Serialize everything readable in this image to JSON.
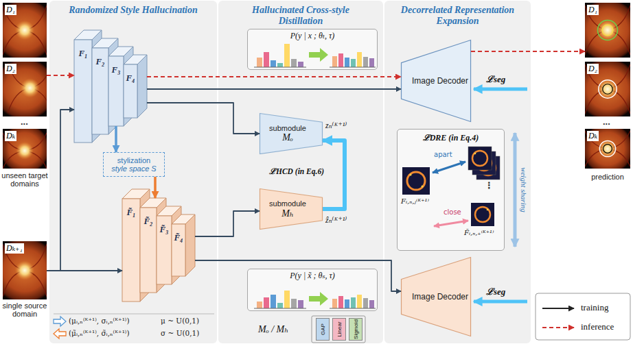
{
  "diagram": {
    "nodes": [
      {
        "text": [
          "Randomized Style Hallucination"
        ]
      },
      {
        "text": [
          "Hallucinated Cross-style Distillation"
        ]
      },
      {
        "text": [
          "Decorrelated Representation Expansion"
        ]
      },
      {
        "text": [
          "D₁"
        ]
      },
      {
        "text": [
          "D₂"
        ]
      },
      {
        "text": [
          "Dₖ"
        ]
      },
      {
        "text": [
          "Dₖ₊₁"
        ]
      },
      {
        "text": [
          "F₁"
        ],
        "in": 0
      },
      {
        "text": [
          "F₂"
        ],
        "in": 0
      },
      {
        "text": [
          "F₃"
        ],
        "in": 0
      },
      {
        "text": [
          "F₄"
        ],
        "in": 0
      },
      {
        "text": [
          "stylization",
          "style space S"
        ],
        "in": 0
      },
      {
        "text": [
          "F̃₁"
        ],
        "in": 0
      },
      {
        "text": [
          "F̃₂"
        ],
        "in": 0
      },
      {
        "text": [
          "F̃₃"
        ],
        "in": 0
      },
      {
        "text": [
          "F̃₄"
        ],
        "in": 0
      },
      {
        "text": [
          "P(y | x ; θₜ, τ)"
        ],
        "in": 1
      },
      {
        "text": [
          "submodule",
          "Mₒ"
        ],
        "in": 1
      },
      {
        "text": [
          "submodule",
          "Mₕ"
        ],
        "in": 1
      },
      {
        "text": [
          "P(y | x̃ ; θₛ, τ)"
        ],
        "in": 1
      },
      {
        "text": [
          "Mₒ / Mₕ"
        ],
        "in": 1
      },
      {
        "text": [
          "GAP"
        ],
        "in": 20
      },
      {
        "text": [
          "Linear"
        ],
        "in": 20
      },
      {
        "text": [
          "Sigmoid"
        ],
        "in": 20
      },
      {
        "text": [
          "Image Decoder"
        ],
        "in": 2
      },
      {
        "text": [
          "ℒDRE (in Eq.4)"
        ],
        "in": 2
      },
      {
        "text": [
          "Image Decoder"
        ],
        "in": 2
      },
      {
        "text": [
          "D₁"
        ]
      },
      {
        "text": [
          "D₂"
        ]
      },
      {
        "text": [
          "Dₖ"
        ]
      }
    ],
    "edges": [
      {
        "from": 4,
        "to": 7,
        "arrow": "to"
      },
      {
        "from": 6,
        "to": 7,
        "arrow": "to"
      },
      {
        "from": 6,
        "to": 12,
        "arrow": "to"
      },
      {
        "from": 9,
        "to": 11,
        "arrow": "to"
      },
      {
        "from": 11,
        "to": 13,
        "arrow": "to"
      },
      {
        "from": 10,
        "to": 24,
        "arrow": "to"
      },
      {
        "from": 10,
        "to": 24,
        "arrow": "to"
      },
      {
        "from": 10,
        "to": 17,
        "arrow": "to"
      },
      {
        "from": 15,
        "to": 18,
        "arrow": "to"
      },
      {
        "from": 15,
        "to": 26,
        "arrow": "to"
      },
      {
        "from": 18,
        "to": 17,
        "label": "ℒHCD (in Eq.6)",
        "arrow": "to"
      },
      {
        "from": 24,
        "to": 27,
        "arrow": "to"
      }
    ],
    "labels": [
      "...",
      "unseen target domains",
      "single source domain",
      "zₙ⁽ᴷ⁺¹⁾",
      "ẑₙ⁽ᴷ⁺¹⁾",
      "ℒseg",
      "ℒseg",
      "weight sharing",
      "apart",
      "close",
      "Fᵢ,ₙ,ⱼ⁽ᴷ⁺¹⁾",
      "F̃ᵢ,ₙ,₊⁽ᴷ⁺¹⁾",
      "⋮",
      "...",
      "prediction",
      "(μᵢ,ₙ⁽ᴷ⁺¹⁾, σᵢ,ₙ⁽ᴷ⁺¹⁾)",
      "μ ~ U(0,1)",
      "(μ̃ᵢ,ₙ⁽ᴷ⁺¹⁾, σ̃ᵢ,ₙ⁽ᴷ⁺¹⁾)",
      "σ ~ U(0,1)"
    ],
    "legend": [
      {
        "text": "training"
      },
      {
        "text": "inference"
      }
    ]
  }
}
